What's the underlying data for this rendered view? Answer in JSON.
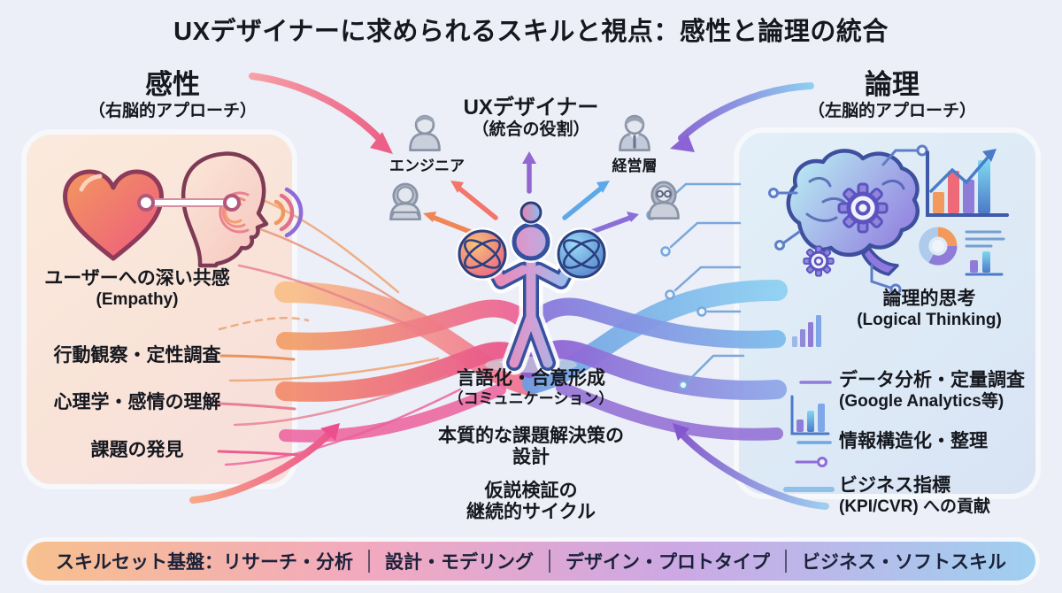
{
  "title": "UXデザイナーに求められるスキルと視点：感性と論理の統合",
  "left": {
    "heading": "感性",
    "subheading": "（右脳的アプローチ）",
    "items": [
      {
        "title": "ユーザーへの深い共感",
        "sub": "(Empathy)"
      },
      {
        "title": "行動観察・定性調査",
        "sub": ""
      },
      {
        "title": "心理学・感情の理解",
        "sub": ""
      },
      {
        "title": "課題の発見",
        "sub": ""
      }
    ]
  },
  "right": {
    "heading": "論理",
    "subheading": "（左脳的アプローチ）",
    "items": [
      {
        "title": "論理的思考",
        "sub": "(Logical Thinking)"
      },
      {
        "title": "データ分析・定量調査",
        "sub": "(Google Analytics等)"
      },
      {
        "title": "情報構造化・整理",
        "sub": ""
      },
      {
        "title": "ビジネス指標",
        "sub": "(KPI/CVR) への貢献"
      }
    ]
  },
  "center": {
    "heading": "UXデザイナー",
    "subheading": "（統合の役割）",
    "stakeholders": [
      {
        "label": "エンジニア"
      },
      {
        "label": "経営層"
      }
    ],
    "notes": [
      {
        "line1": "言語化・合意形成",
        "line2": "（コミュニケーション）"
      },
      {
        "line1": "本質的な課題解決策の",
        "line2": "設計"
      },
      {
        "line1": "仮説検証の",
        "line2": "継続的サイクル"
      }
    ]
  },
  "footer": {
    "segments": [
      "スキルセット基盤：リサーチ・分析",
      "設計・モデリング",
      "デザイン・プロトタイプ",
      "ビジネス・ソフトスキル"
    ]
  },
  "icons": {
    "left_illustration": "heart-empathy-icon",
    "right_illustration": "brain-analytics-icon",
    "center_figure": "juggler-figure-icon",
    "stakeholders": [
      "engineer-male-icon",
      "engineer-female-laptop-icon",
      "executive-male-icon",
      "executive-female-icon"
    ]
  },
  "colors": {
    "background": "#ECEFF7",
    "left_panel": "#F9E7D9",
    "right_panel": "#DEEBF6",
    "sensibility_accent": "#EC5F8E",
    "logic_accent": "#8A6FD8",
    "orange_accent": "#F29A5E",
    "blue_accent": "#5FA8E8",
    "text": "#16181F",
    "footer_gradient": [
      "#F7C08E",
      "#F2A9C0",
      "#CDA8E4",
      "#9FD0F0"
    ]
  }
}
